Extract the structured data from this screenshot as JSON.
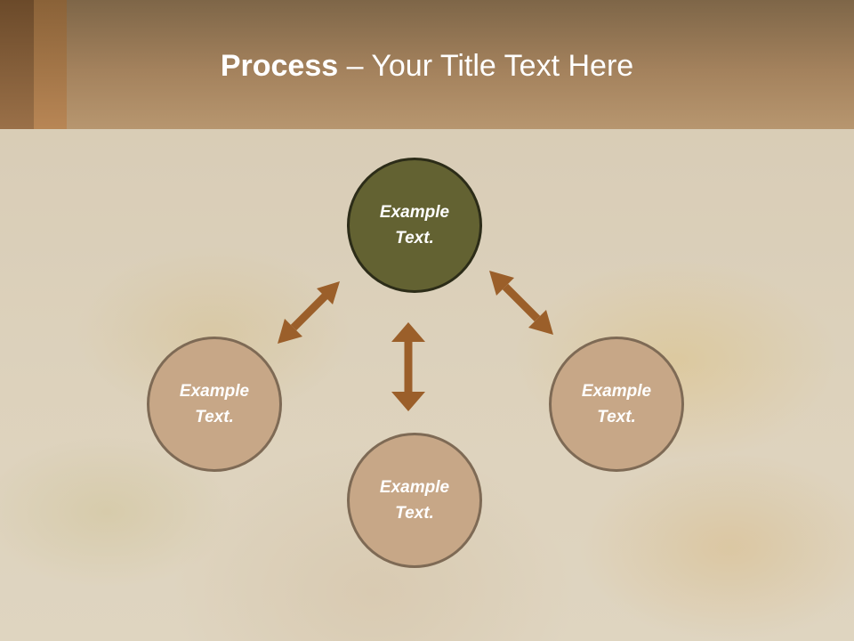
{
  "slide": {
    "title_bold": "Process",
    "title_rest": " – Your Title Text Here"
  },
  "diagram": {
    "center_node": {
      "line1": "Example",
      "line2": "Text."
    },
    "left_node": {
      "line1": "Example",
      "line2": "Text."
    },
    "right_node": {
      "line1": "Example",
      "line2": "Text."
    },
    "bottom_node": {
      "line1": "Example",
      "line2": "Text."
    }
  },
  "colors": {
    "header": "#a4825d",
    "center_fill": "#636232",
    "outer_fill": "#c7a787",
    "arrow": "#9b5f2a"
  }
}
